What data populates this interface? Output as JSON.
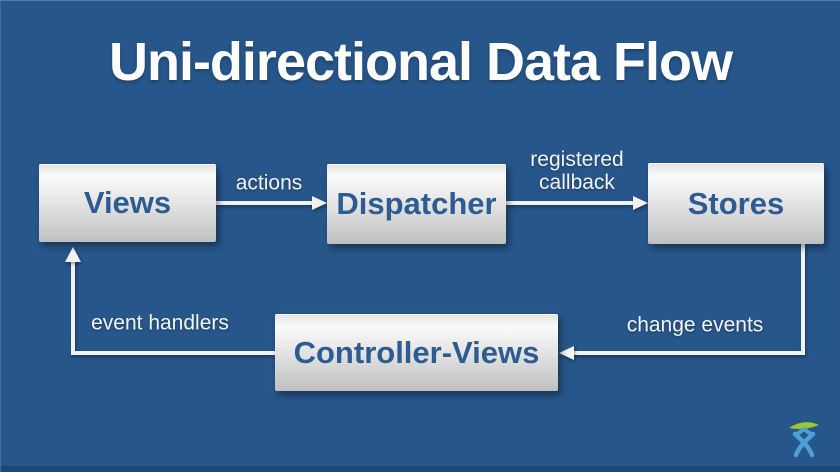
{
  "slide": {
    "title": "Uni-directional Data Flow"
  },
  "colors": {
    "background": "#26568a",
    "node_text": "#2d5c92",
    "node_gradient_top": "#fbfbfb",
    "node_gradient_bottom": "#c0c0c0",
    "arrow": "#f2f2f2",
    "edge_label_text": "#f3f3f3",
    "logo_green": "#9cc62e",
    "logo_blue": "#4d9fd8"
  },
  "diagram": {
    "nodes": [
      {
        "id": "views",
        "label": "Views"
      },
      {
        "id": "dispatcher",
        "label": "Dispatcher"
      },
      {
        "id": "stores",
        "label": "Stores"
      },
      {
        "id": "controller-views",
        "label": "Controller-Views"
      }
    ],
    "edges": [
      {
        "from": "Views",
        "to": "Dispatcher",
        "label": "actions"
      },
      {
        "from": "Dispatcher",
        "to": "Stores",
        "label": "registered\ncallback"
      },
      {
        "from": "Stores",
        "to": "Controller-Views",
        "label": "change events"
      },
      {
        "from": "Controller-Views",
        "to": "Views",
        "label": "event handlers"
      }
    ]
  },
  "branding": {
    "logo": "atlassian-charlie-logo"
  }
}
